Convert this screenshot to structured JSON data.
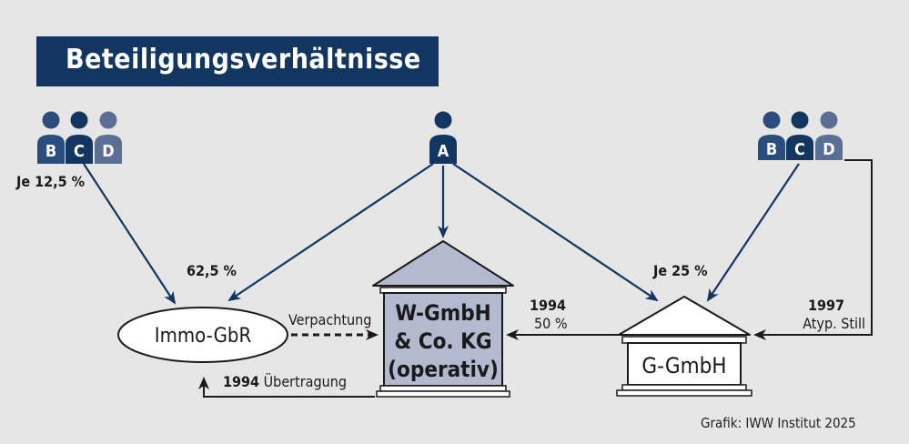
{
  "title": "Beteiligungsverhältnisse",
  "people": {
    "B": "B",
    "C": "C",
    "D": "D",
    "A": "A"
  },
  "shares": {
    "left_group": "Je 12,5 %",
    "a_to_immo": "62,5 %",
    "a_to_ggmbh": "Je 25 %",
    "g_to_w_year": "1994",
    "g_to_w_pct": "50 %",
    "still_year": "1997",
    "still_type": "Atyp. Still"
  },
  "entities": {
    "immo": "Immo-GbR",
    "wgmbh_line1": "W-GmbH",
    "wgmbh_line2": "& Co. KG",
    "wgmbh_line3": "(operativ)",
    "ggmbh": "G-GmbH"
  },
  "relations": {
    "verpachtung": "Verpachtung",
    "uebertragung_year": "1994",
    "uebertragung_text": "Übertragung"
  },
  "credit": "Grafik: IWW Institut 2025",
  "colors": {
    "navy": "#123660",
    "navy_mid": "#2b4d7d",
    "steel": "#5b6e96",
    "building_fill": "#b3bacf",
    "background": "#e6e6e6"
  }
}
